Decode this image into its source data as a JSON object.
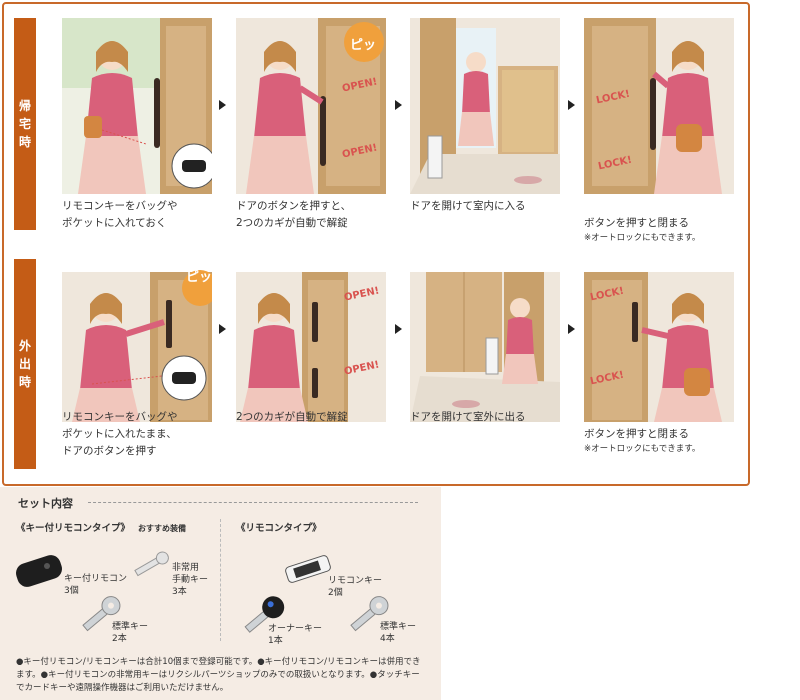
{
  "rows": [
    {
      "label": "帰宅時",
      "label_chars": [
        "帰",
        "宅",
        "時"
      ],
      "steps": [
        {
          "caption": "リモコンキーをバッグや\nポケットに入れておく",
          "note": ""
        },
        {
          "caption": "ドアのボタンを押すと、\n2つのカギが自動で解錠",
          "note": "",
          "sound": "ピッ",
          "stickers": [
            "OPEN!",
            "OPEN!"
          ]
        },
        {
          "caption": "ドアを開けて室内に入る",
          "note": ""
        },
        {
          "caption": "ボタンを押すと閉まる",
          "note": "※オートロックにもできます。",
          "stickers": [
            "LOCK!",
            "LOCK!"
          ]
        }
      ]
    },
    {
      "label": "外出時",
      "label_chars": [
        "外",
        "出",
        "時"
      ],
      "steps": [
        {
          "caption": "リモコンキーをバッグや\nポケットに入れたまま、\nドアのボタンを押す",
          "note": "",
          "sound": "ピッ"
        },
        {
          "caption": "2つのカギが自動で解錠",
          "note": "",
          "stickers": [
            "OPEN!",
            "OPEN!"
          ]
        },
        {
          "caption": "ドアを開けて室外に出る",
          "note": ""
        },
        {
          "caption": "ボタンを押すと閉まる",
          "note": "※オートロックにもできます。",
          "stickers": [
            "LOCK!",
            "LOCK!"
          ]
        }
      ]
    }
  ],
  "set_contents": {
    "title": "セット内容",
    "left_type": "《キー付リモコンタイプ》",
    "left_badge": "おすすめ装備",
    "right_type": "《リモコンタイプ》",
    "items": {
      "key_remote": "キー付リモコン\n3個",
      "emergency_key": "非常用\n手動キー\n3本",
      "standard_key_left": "標準キー\n2本",
      "remote_key": "リモコンキー\n2個",
      "owner_key": "オーナーキー\n1本",
      "standard_key_right": "標準キー\n4本"
    },
    "footnote": "●キー付リモコン/リモコンキーは合計10個まで登録可能です。●キー付リモコン/リモコンキーは併用できます。●キー付リモコンの非常用キーはリクシルパーツショップのみでの取扱いとなります。●タッチキーでカードキーや遠隔操作機器はご利用いただけません。"
  },
  "colors": {
    "accent": "#c45c16",
    "frame": "#c8692a",
    "door": "#c8a06b",
    "wall": "#efe7dc",
    "sticker": "#d9534f",
    "panel": "#f5ece4"
  }
}
